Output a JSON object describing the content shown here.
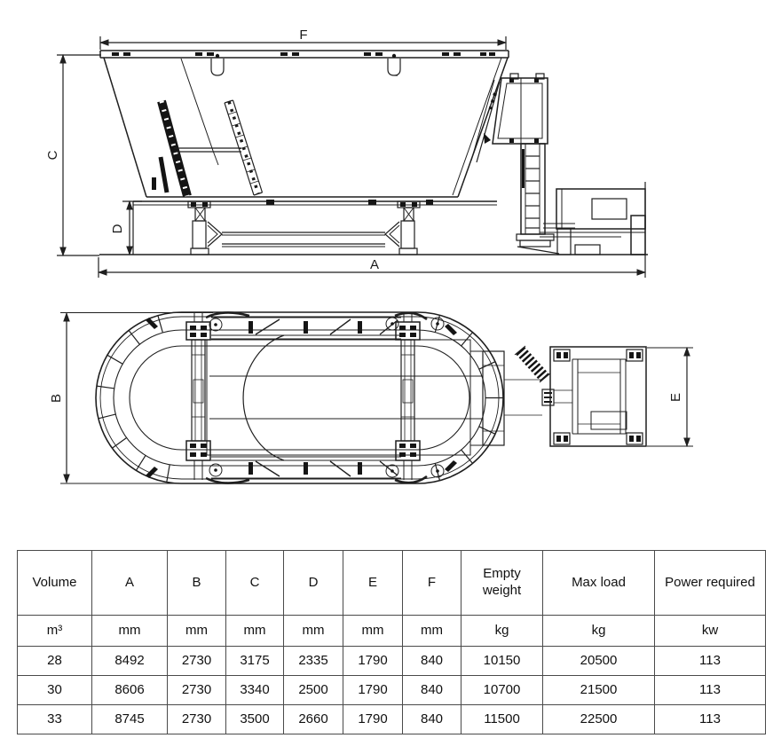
{
  "labels": {
    "A": "A",
    "B": "B",
    "C": "C",
    "D": "D",
    "E": "E",
    "F": "F"
  },
  "table": {
    "columns": [
      "Volume",
      "A",
      "B",
      "C",
      "D",
      "E",
      "F",
      "Empty weight",
      "Max load",
      "Power required"
    ],
    "units": [
      "m³",
      "mm",
      "mm",
      "mm",
      "mm",
      "mm",
      "mm",
      "kg",
      "kg",
      "kw"
    ],
    "rows": [
      [
        "28",
        "8492",
        "2730",
        "3175",
        "2335",
        "1790",
        "840",
        "10150",
        "20500",
        "113"
      ],
      [
        "30",
        "8606",
        "2730",
        "3340",
        "2500",
        "1790",
        "840",
        "10700",
        "21500",
        "113"
      ],
      [
        "33",
        "8745",
        "2730",
        "3500",
        "2660",
        "1790",
        "840",
        "11500",
        "22500",
        "113"
      ]
    ]
  },
  "colors": {
    "line": "#1f1f1f",
    "background": "#ffffff",
    "table_border": "#4a4a4a"
  }
}
